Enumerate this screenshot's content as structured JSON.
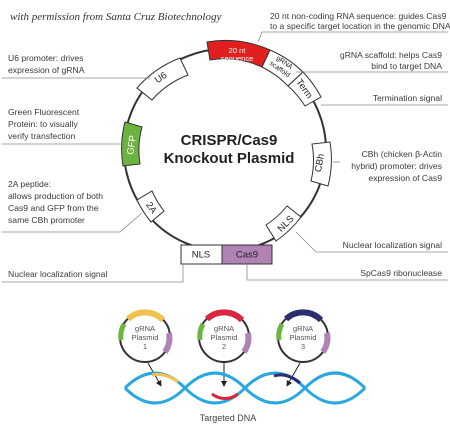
{
  "permission": "with permission from Santa Cruz Biotechnology",
  "plasmid": {
    "title_line1": "CRISPR/Cas9",
    "title_line2": "Knockout Plasmid",
    "segments": {
      "sequence_line1": "20 nt",
      "sequence_line2": "sequence",
      "scaffold_line1": "gRNA",
      "scaffold_line2": "scaffold",
      "term": "Term",
      "cbh": "CBh",
      "nls_right": "NLS",
      "cas9": "Cas9",
      "nls_left": "NLS",
      "two_a": "2A",
      "gfp": "GFP",
      "u6": "U6"
    }
  },
  "annotations": {
    "top_right": [
      "20 nt non-coding RNA sequence: guides Cas9",
      "to a specific target location in the genomic DNA"
    ],
    "scaffold": [
      "gRNA scaffold: helps Cas9",
      "bind to target DNA"
    ],
    "termination": [
      "Termination signal"
    ],
    "cbh": [
      "CBh (chicken β-Actin",
      "hybrid) promoter: drives",
      "expression of Cas9"
    ],
    "nls_right": [
      "Nuclear localization signal"
    ],
    "spcas9": [
      "SpCas9 ribonuclease"
    ],
    "u6": [
      "U6 promoter: drives",
      "expression of gRNA"
    ],
    "gfp": [
      "Green Fluorescent",
      "Protein: to visually",
      "verify transfection"
    ],
    "two_a": [
      "2A peptide:",
      "allows production of both",
      "Cas9 and GFP from the",
      "same CBh promoter"
    ],
    "nls_left": [
      "Nuclear localization signal"
    ]
  },
  "mini_plasmids": [
    {
      "line1": "gRNA",
      "line2": "Plasmid",
      "num": "1",
      "accent": "#f2c14e"
    },
    {
      "line1": "gRNA",
      "line2": "Plasmid",
      "num": "2",
      "accent": "#d7263d"
    },
    {
      "line1": "gRNA",
      "line2": "Plasmid",
      "num": "3",
      "accent": "#2b2d6e"
    }
  ],
  "dna_label": "Targeted DNA",
  "colors": {
    "sequence": "#e0201f",
    "gfp": "#6cb33f",
    "cas9": "#b183b5",
    "helix_blue": "#2aa7df",
    "arrow": "#29b6d8"
  }
}
